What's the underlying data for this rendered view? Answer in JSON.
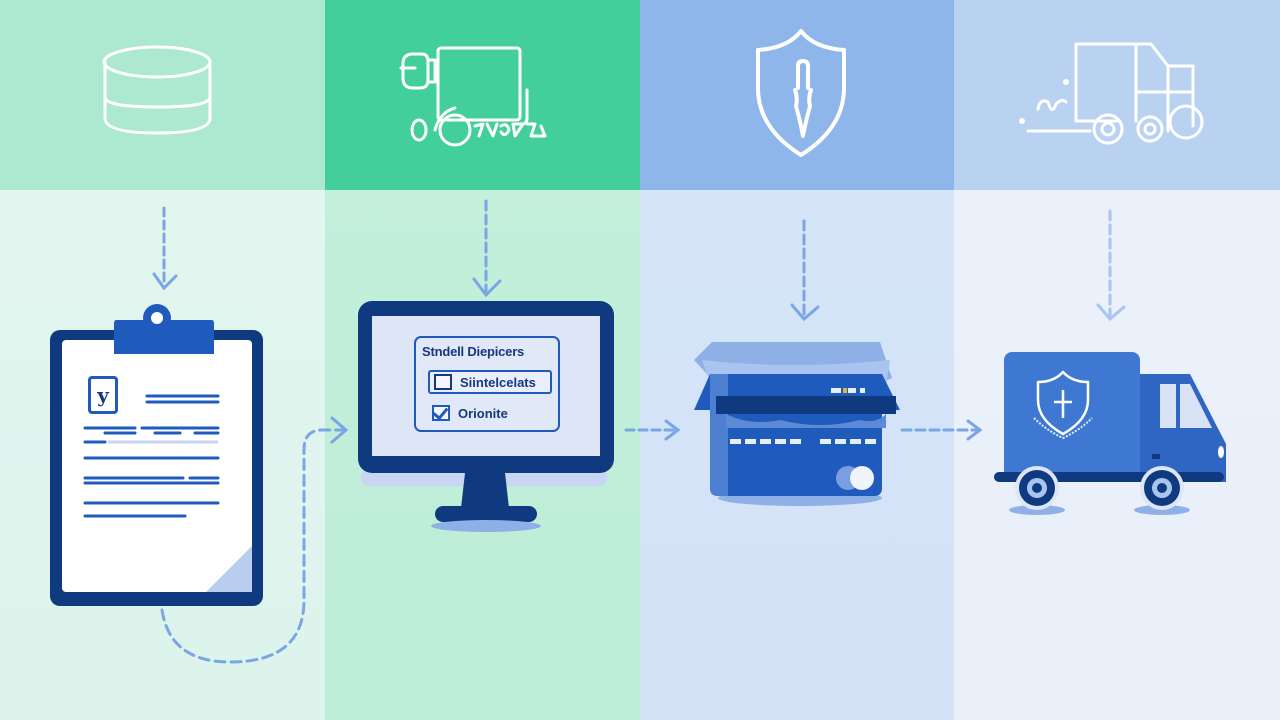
{
  "stages": [
    {
      "id": "collect",
      "top_icon": "database-icon",
      "illustration": "clipboard-document",
      "badge_letter": "y",
      "colors": {
        "top": "#ade8d0",
        "bottom": "#e2f5ef"
      }
    },
    {
      "id": "select",
      "top_icon": "delivery-truck-icon",
      "illustration": "monitor-form",
      "form": {
        "title": "Stndell Diepicers",
        "options": [
          {
            "label": "Siintelcelats",
            "checked": false
          },
          {
            "label": "Orionite",
            "checked": true
          }
        ]
      },
      "colors": {
        "top": "#42cf9c",
        "bottom": "#c3efdb"
      }
    },
    {
      "id": "pay",
      "top_icon": "shield-icon",
      "illustration": "box-credit-card",
      "colors": {
        "top": "#8fb6ea",
        "bottom": "#d5e4f7"
      }
    },
    {
      "id": "deliver",
      "top_icon": "fast-truck-icon",
      "illustration": "insured-delivery-van",
      "colors": {
        "top": "#bad2f1",
        "bottom": "#ebf1fa"
      }
    }
  ],
  "palette": {
    "navy": "#0f3a80",
    "blue": "#1f5bbd",
    "arrow": "#7aa6e6",
    "white": "#ffffff"
  }
}
